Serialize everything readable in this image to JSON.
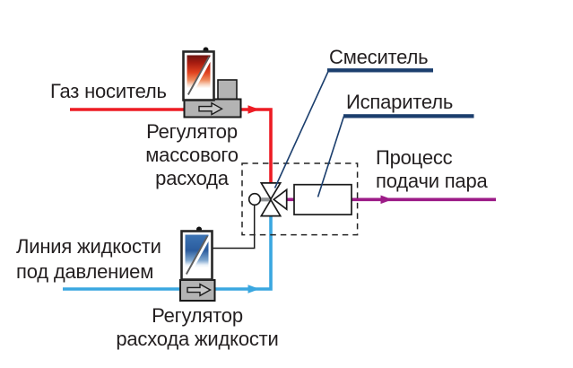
{
  "diagram": {
    "labels": {
      "carrier_gas": "Газ носитель",
      "mass_flow_regulator": "Регулятор\nмассового\nрасхода",
      "mixer": "Смеситель",
      "evaporator": "Испаритель",
      "steam_supply_process": "Процесс\nподачи пара",
      "pressurized_liquid_line": "Линия жидкости\nпод давлением",
      "liquid_flow_regulator": "Регулятор\nрасхода жидкости"
    },
    "colors": {
      "gas_line": "#ed1c24",
      "liquid_line": "#3aa7e0",
      "vapor_line": "#9c1b87",
      "callout_navy": "#1b3e6d",
      "text": "#231f20",
      "device_gray": "#b3b3b3",
      "outline": "#1a1a1a",
      "valve_stem_gray": "#909295"
    }
  }
}
